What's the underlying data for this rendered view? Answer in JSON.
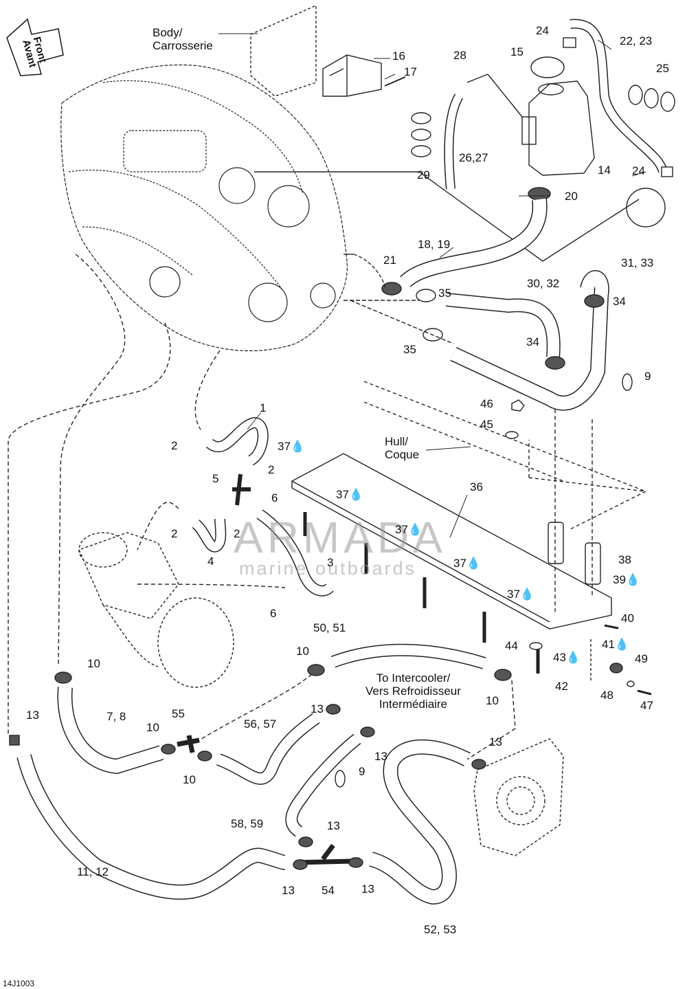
{
  "figure_code": "14J1003",
  "front_label": [
    "Front",
    "Avant"
  ],
  "notes": {
    "body": [
      "Body/",
      "Carrosserie"
    ],
    "hull": [
      "Hull/",
      "Coque"
    ],
    "intercooler": [
      "To Intercooler/",
      "Vers Refroidisseur",
      "Intermédiaire"
    ]
  },
  "watermark": {
    "brand": "ARMADA",
    "tagline": "marine outboards",
    "color": "#e8a0c0"
  },
  "callouts": [
    "1",
    "2",
    "2",
    "2",
    "2",
    "3",
    "4",
    "5",
    "6",
    "6",
    "7, 8",
    "9",
    "9",
    "10",
    "10",
    "10",
    "10",
    "10",
    "11, 12",
    "13",
    "13",
    "13",
    "13",
    "13",
    "13",
    "13",
    "14",
    "15",
    "16",
    "17",
    "18, 19",
    "20",
    "21",
    "22, 23",
    "24",
    "24",
    "25",
    "26,27",
    "28",
    "29",
    "30, 32",
    "31, 33",
    "34",
    "34",
    "35",
    "35",
    "36",
    "37",
    "37",
    "37",
    "37",
    "37",
    "38",
    "39",
    "40",
    "41",
    "42",
    "43",
    "44",
    "45",
    "46",
    "47",
    "48",
    "49",
    "50, 51",
    "52, 53",
    "54",
    "55",
    "56, 57",
    "58, 59"
  ]
}
